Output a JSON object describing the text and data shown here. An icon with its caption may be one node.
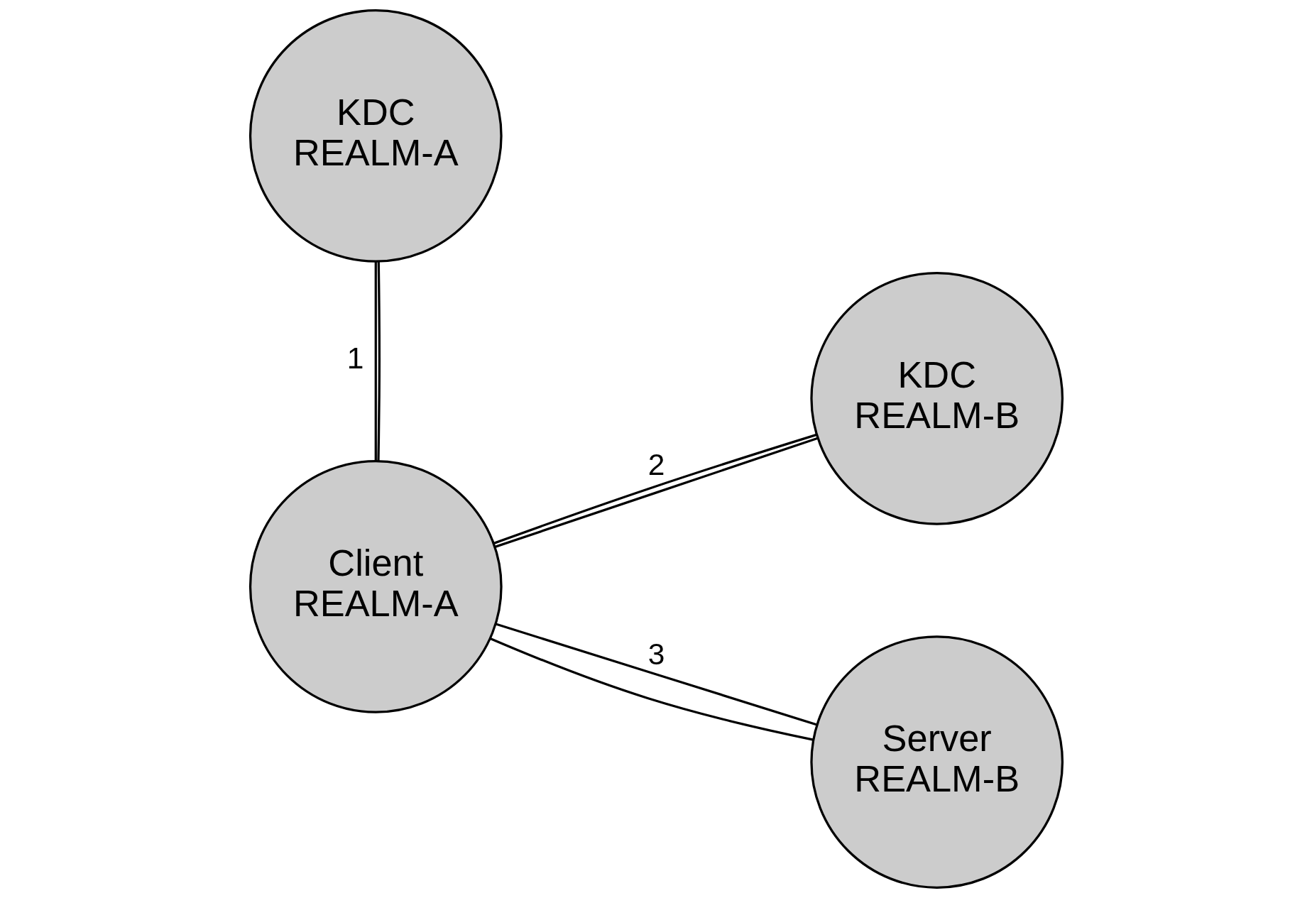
{
  "diagram": {
    "nodes": [
      {
        "text": [
          "KDC REALM-A"
        ]
      },
      {
        "text": [
          "KDC REALM-B"
        ]
      },
      {
        "text": [
          "Client REALM-A"
        ]
      },
      {
        "text": [
          "Server REALM-B"
        ]
      }
    ],
    "edges": [
      {
        "from": 0,
        "to": 2,
        "arrow": "none",
        "label": "1"
      },
      {
        "from": 0,
        "to": 2,
        "arrow": "none"
      },
      {
        "from": 2,
        "to": 1,
        "arrow": "none",
        "label": "2"
      },
      {
        "from": 2,
        "to": 1,
        "arrow": "none"
      },
      {
        "from": 2,
        "to": 3,
        "arrow": "none",
        "label": "3"
      },
      {
        "from": 2,
        "to": 3,
        "arrow": "none"
      }
    ]
  }
}
